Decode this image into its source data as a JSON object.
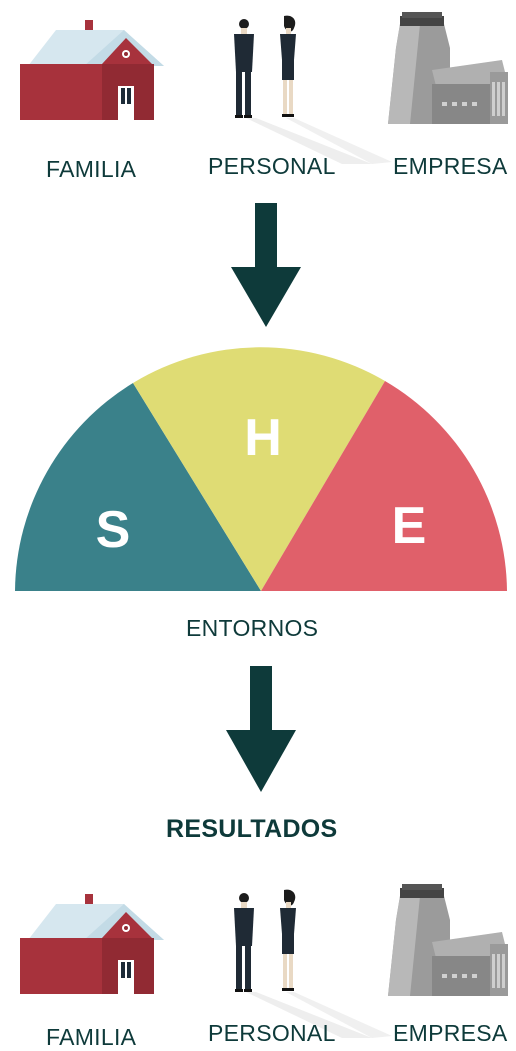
{
  "top_row": {
    "family_label": "FAMILIA",
    "personal_label": "PERSONAL",
    "company_label": "EMPRESA"
  },
  "arrow_down": "down-arrow",
  "gauge": {
    "segments": [
      {
        "letter": "S",
        "color": "#3a818a"
      },
      {
        "letter": "H",
        "color": "#dfdc74"
      },
      {
        "letter": "E",
        "color": "#e0606a"
      }
    ],
    "label": "ENTORNOS"
  },
  "results_title": "RESULTADOS",
  "bottom_row": {
    "family_label": "FAMILIA",
    "personal_label": "PERSONAL",
    "company_label": "EMPRESA"
  },
  "colors": {
    "dark": "#0e3a3a",
    "house_red": "#a7323c",
    "roof": "#d6e7ef",
    "factory_grey": "#8c8c8c"
  }
}
